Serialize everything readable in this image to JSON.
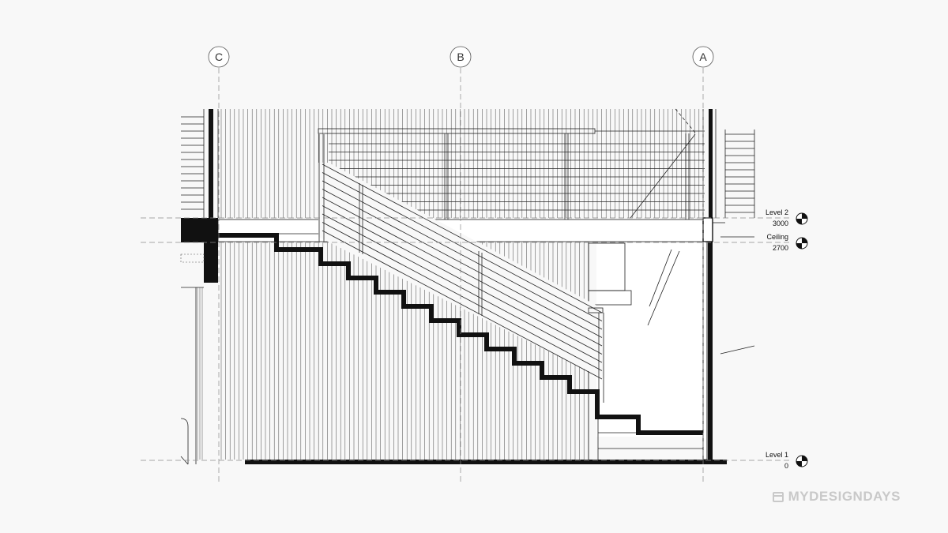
{
  "grid_lines": [
    {
      "id": "C",
      "label": "C"
    },
    {
      "id": "B",
      "label": "B"
    },
    {
      "id": "A",
      "label": "A"
    }
  ],
  "levels": [
    {
      "id": "level-2",
      "name": "Level 2",
      "elevation": "3000"
    },
    {
      "id": "ceiling",
      "name": "Ceiling",
      "elevation": "2700"
    },
    {
      "id": "level-1",
      "name": "Level 1",
      "elevation": "0"
    }
  ],
  "watermark": {
    "text": "MYDESIGNDAYS",
    "icon": "calendar-icon"
  },
  "colors": {
    "background": "#f8f8f8",
    "line": "#111111",
    "watermark": "#c9c9c9"
  }
}
